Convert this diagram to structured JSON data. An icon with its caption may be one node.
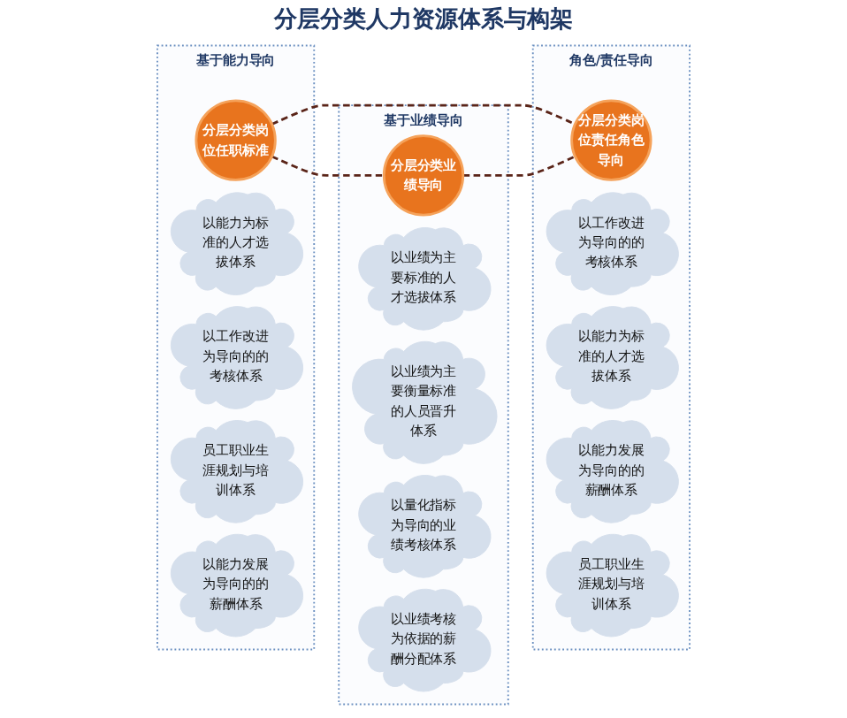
{
  "diagram": {
    "nodes": [
      {
        "text": [
          "基于能力导向"
        ]
      },
      {
        "text": [
          "分层分类岗位任职标准"
        ],
        "in": 0
      },
      {
        "text": [
          "以能力为标准的人才选拔体系"
        ],
        "in": 0
      },
      {
        "text": [
          "以工作改进为导向的的考核体系"
        ],
        "in": 0
      },
      {
        "text": [
          "员工职业生涯规划与培训体系"
        ],
        "in": 0
      },
      {
        "text": [
          "以能力发展为导向的的薪酬体系"
        ],
        "in": 0
      },
      {
        "text": [
          "基于业绩导向"
        ]
      },
      {
        "text": [
          "分层分类业绩导向"
        ],
        "in": 6
      },
      {
        "text": [
          "以业绩为主要标准的人才选拔体系"
        ],
        "in": 6
      },
      {
        "text": [
          "以业绩为主要衡量标准的人员晋升体系"
        ],
        "in": 6
      },
      {
        "text": [
          "以量化指标为导向的业绩考核体系"
        ],
        "in": 6
      },
      {
        "text": [
          "以业绩考核为依据的薪酬分配体系"
        ],
        "in": 6
      },
      {
        "text": [
          "角色/责任导向"
        ]
      },
      {
        "text": [
          "分层分类岗位责任角色导向"
        ],
        "in": 12
      },
      {
        "text": [
          "以工作改进为导向的的考核体系"
        ],
        "in": 12
      },
      {
        "text": [
          "以能力为标准的人才选拔体系"
        ],
        "in": 12
      },
      {
        "text": [
          "以能力发展为导向的的薪酬体系"
        ],
        "in": 12
      },
      {
        "text": [
          "员工职业生涯规划与培训体系"
        ],
        "in": 12
      }
    ],
    "edges": [
      {
        "from": 1,
        "to": 7,
        "arrow": "none",
        "style": "dashed",
        "color": "#5a2418"
      },
      {
        "from": 1,
        "to": 13,
        "arrow": "none",
        "style": "dashed",
        "color": "#5a2418"
      },
      {
        "from": 7,
        "to": 13,
        "arrow": "none",
        "style": "dashed",
        "color": "#5a2418"
      }
    ],
    "labels": [
      "分层分类人力资源体系与构架"
    ]
  }
}
